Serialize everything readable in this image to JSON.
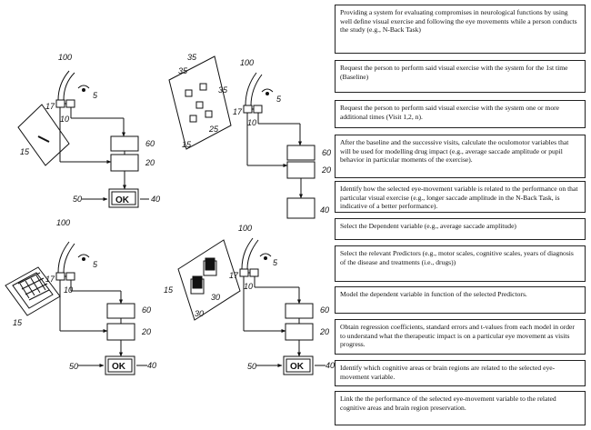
{
  "figure": {
    "labels": {
      "system": "100",
      "eye_sensor": "5",
      "frame": "17",
      "camera": "10",
      "tablet": "15",
      "processor": "20",
      "memory": "60",
      "output": "40",
      "display_result": "50",
      "screen": "35",
      "target": "25",
      "stimulus": "30"
    },
    "ok_label": "OK"
  },
  "steps": [
    "Providing a system for evaluating compromises in neurological functions by using well define visual exercise and following the eye movements while a person conducts the study (e.g., N-Back Task)",
    "Request the person to perform said visual exercise with the system for the 1st time (Baseline)",
    "Request the person to perform said visual exercise with the system one or more additional times (Visit 1,2, n).",
    "After the baseline and the successive visits, calculate the oculomotor variables that will be used for modelling drug impact (e.g., average saccade amplitude or pupil behavior in particular moments of the exercise).",
    "Identify how the selected eye-movement variable is related to the performance on that particular visual exercise (e.g., longer saccade amplitude in the N-Back Task, is indicative of a better performance).",
    "Select the Dependent variable (e.g., average saccade amplitude)",
    "Select the relevant Predictors (e.g., motor scales, cognitive scales, years of diagnosis of the disease and treatments (i.e., drugs))",
    "Model the dependent variable in function of the selected Predictors.",
    "Obtain regression coefficients, standard errors and t-values from each model in order to understand what the therapeutic impact is on a particular eye movement as visits progress.",
    "Identify which cognitive areas or brain regions are related to the selected eye-movement variable.",
    "Link the the performance of the selected eye-movement variable to the related cognitive areas and brain region preservation."
  ]
}
